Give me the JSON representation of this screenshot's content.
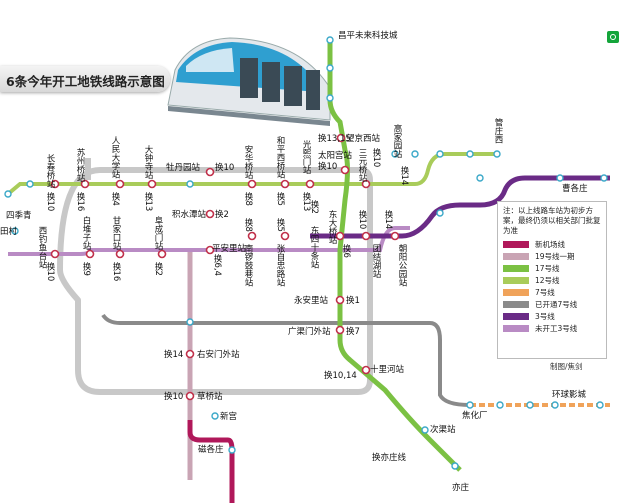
{
  "title": "6条今年开工地铁线路示意图",
  "credit": "制图/焦剑",
  "colors": {
    "airport": "#b0185a",
    "line19": "#c9a4b4",
    "line17": "#7bc143",
    "line12": "#a9cc5a",
    "line7": "#f0a35a",
    "line7_open": "#8a8a8a",
    "line3": "#6a2b86",
    "line3_future": "#b98bc4",
    "ring": "#c8c8c8",
    "station_ring": "#3aa8c8",
    "transfer_ring": "#c0304a"
  },
  "legend": {
    "note": "注：以上线路车站为初步方案，最终仍须以相关部门批复为准",
    "items": [
      {
        "label": "新机场线",
        "color": "#b0185a"
      },
      {
        "label": "19号线一期",
        "color": "#c9a4b4"
      },
      {
        "label": "17号线",
        "color": "#7bc143"
      },
      {
        "label": "12号线",
        "color": "#a9cc5a"
      },
      {
        "label": "7号线",
        "color": "#f0a35a"
      },
      {
        "label": "已开通7号线",
        "color": "#8a8a8a"
      },
      {
        "label": "3号线",
        "color": "#6a2b86"
      },
      {
        "label": "未开工3号线",
        "color": "#b98bc4"
      }
    ]
  },
  "stations": {
    "changping": "昌平未来科技城",
    "wangjingxi": "望京西站",
    "huan1315": "换13,15",
    "taiyanggong": "太阳宫站",
    "huan10a": "换10",
    "gaojiayuan": "高家园站",
    "huan14a": "换14",
    "guanzhuangxi": "管庄西",
    "caogezhuang": "曹各庄",
    "sijiqing": "四季青",
    "tiancun": "田村",
    "changchunqiao": "长春桥站",
    "huan10b": "换10",
    "suzhouqiao": "苏州桥站",
    "huan16a": "换16",
    "renmindaxue": "人民大学站",
    "huan4a": "换4",
    "dazhongsi": "大钟寺站",
    "huan13": "换13",
    "mudanyuan": "牡丹园站",
    "huan10c": "换10",
    "anzhenqiao": "安华桥站",
    "huan8a": "换8",
    "hepingxiqiao": "和平西桥站",
    "huan5a": "换5",
    "guangximen": "光熙门站",
    "huan13b": "换13",
    "sanyuanqiao": "三元桥站",
    "huan10d": "换10",
    "xidiaoyutai": "西钓鱼台站",
    "huan10e": "换10",
    "baiduizi": "白堆子站",
    "huan9": "换9",
    "ganjiakou": "甘家口站",
    "huan16b": "换16",
    "fuchengmen": "阜成门站",
    "huan2a": "换2",
    "jishuitan": "积水潭站",
    "huan2b": "换2",
    "pinganli": "平安里站",
    "huan64": "换6,4",
    "nanluoguxiang": "南锣鼓巷站",
    "huan8b": "换8",
    "zhangzizhonglu": "张自忠路站",
    "huan5b": "换5",
    "dongsishitiao": "东四十条站",
    "huan2c": "换2",
    "dongdaqiao": "东大桥站",
    "huan6": "换6",
    "tuanjiehu": "团结湖站",
    "huan10f": "换10",
    "chaoyanggongyuan": "朝阳公园站",
    "huan14b": "换14",
    "yonganli": "永安里站",
    "huan1": "换1",
    "guangqumenwai": "广渠门外站",
    "huan7": "换7",
    "huan1014": "换10,14",
    "shilihe": "十里河站",
    "huan14c": "换14",
    "youanmenwai": "右安门外站",
    "huan10g": "换10",
    "caoqiao": "草桥站",
    "xingong": "新宫",
    "cigezhuang": "磁各庄",
    "huanyizhuang": "换亦庄线",
    "ciqu": "次渠站",
    "yizhuang": "亦庄",
    "jiaohuachang": "焦化厂",
    "huanqiuyingcheng": "环球影城"
  }
}
